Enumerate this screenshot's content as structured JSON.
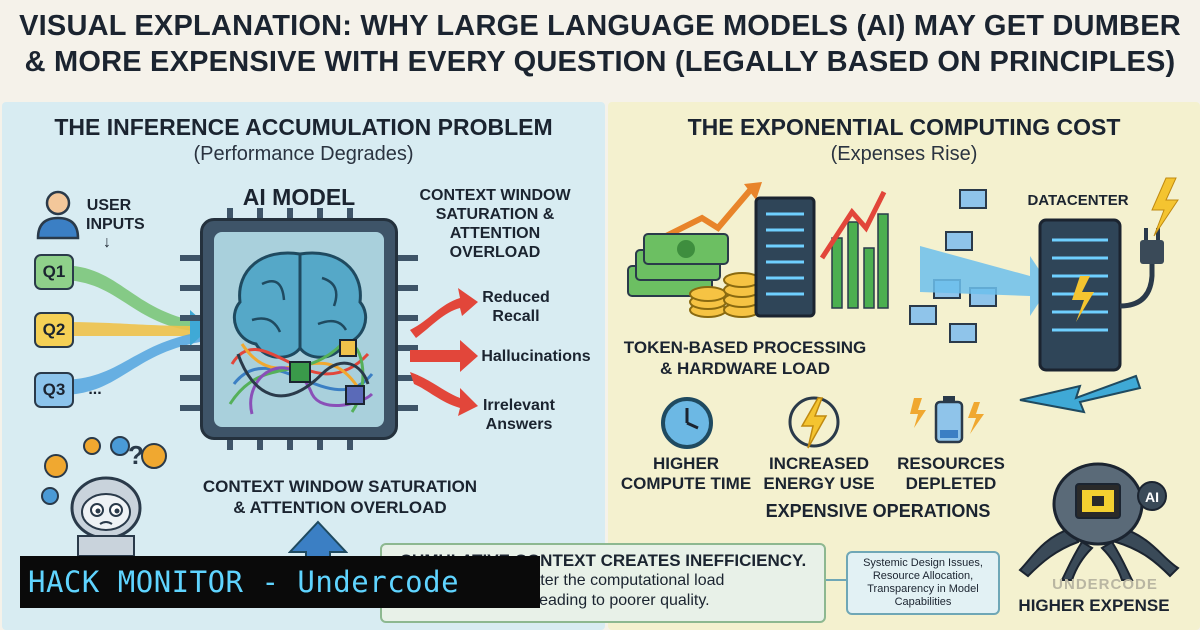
{
  "title": {
    "line1": "VISUAL EXPLANATION: WHY LARGE LANGUAGE MODELS (AI) MAY GET DUMBER",
    "line2": "& MORE EXPENSIVE WITH EVERY QUESTION (LEGALLY BASED ON PRINCIPLES)"
  },
  "left": {
    "heading": "THE INFERENCE ACCUMULATION PROBLEM",
    "subheading": "(Performance Degrades)",
    "user_inputs": [
      "USER",
      "INPUTS"
    ],
    "questions": [
      "Q1",
      "Q2",
      "Q3"
    ],
    "ellipsis": "...",
    "model_label": "AI MODEL",
    "context_top": [
      "CONTEXT WINDOW",
      "SATURATION &",
      "ATTENTION",
      "OVERLOAD"
    ],
    "outputs": [
      [
        "Reduced",
        "Recall"
      ],
      [
        "Hallucinations"
      ],
      [
        "Irrelevant",
        "Answers"
      ]
    ],
    "context_bottom": [
      "CONTEXT WINDOW SATURATION",
      "& ATTENTION OVERLOAD"
    ]
  },
  "right": {
    "heading": "THE EXPONENTIAL COMPUTING COST",
    "subheading": "(Expenses Rise)",
    "datacenter": "DATACENTER",
    "token_processing": [
      "TOKEN-BASED PROCESSING",
      "& HARDWARE LOAD"
    ],
    "metrics": [
      [
        "HIGHER",
        "COMPUTE TIME"
      ],
      [
        "INCREASED",
        "ENERGY USE"
      ],
      [
        "RESOURCES",
        "DEPLETED"
      ]
    ],
    "expensive_ops": "EXPENSIVE OPERATIONS",
    "higher_expense": "HIGHER EXPENSE",
    "watermark": "UNDERCODE"
  },
  "callout": {
    "title": "CUMULATIVE CONTEXT CREATES INEFFICIENCY.",
    "line1": "the greater the computational load",
    "line2": "over, leading to poorer quality."
  },
  "notes": [
    "Systemic Design Issues,",
    "Resource Allocation,",
    "Transparency in Model",
    "Capabilities"
  ],
  "banner": "HACK MONITOR - Undercode",
  "colors": {
    "left_bg": "#d8ecf2",
    "right_bg": "#f4f1cf",
    "arrow_red": "#e2463a",
    "banner_text": "#5fd4ff"
  }
}
